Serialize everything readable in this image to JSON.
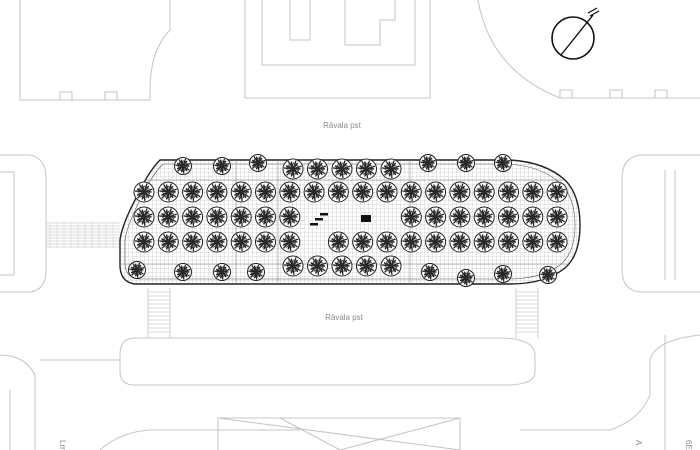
{
  "map": {
    "street_top": "Rävala pst",
    "street_bottom": "Rävala pst",
    "left_edge_label": "Lrn",
    "right_edge_label_1": "A",
    "right_edge_label_2": "6E",
    "north_arrow_icon": "compass-north-icon"
  },
  "colors": {
    "background": "#ffffff",
    "building_edges": "#c4c4c4",
    "plaza_outline": "#222222",
    "tree_fill": "#2b2b2b"
  }
}
